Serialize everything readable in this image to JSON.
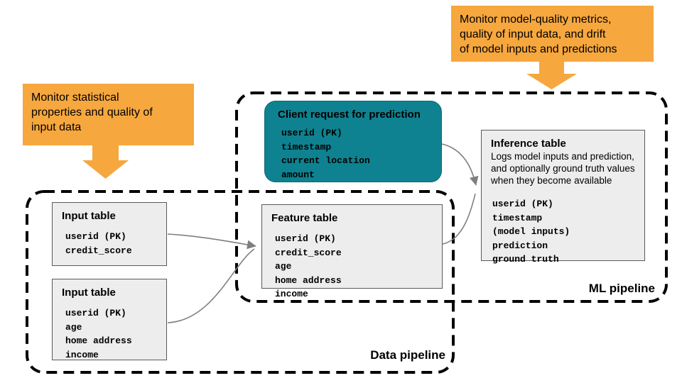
{
  "colors": {
    "accent_orange": "#F6A73E",
    "accent_teal": "#0E8290",
    "table_fill": "#EDEDED",
    "table_border": "#595959",
    "connector": "#7F7F7F",
    "line_color": "#000000",
    "text_color": "#000000"
  },
  "callouts": {
    "left": {
      "lines": [
        "Monitor statistical",
        "properties and quality of",
        "input data"
      ]
    },
    "top_right": {
      "lines": [
        "Monitor model-quality metrics,",
        "quality of input data, and drift",
        "of model inputs and predictions"
      ]
    }
  },
  "pipelines": {
    "data_label": "Data pipeline",
    "ml_label": "ML pipeline"
  },
  "tables": {
    "client_request": {
      "title": "Client request for prediction",
      "fields": [
        "userid (PK)",
        "timestamp",
        "current location",
        "amount"
      ]
    },
    "input_table_1": {
      "title": "Input table",
      "fields": [
        "userid (PK)",
        "credit_score"
      ]
    },
    "input_table_2": {
      "title": "Input table",
      "fields": [
        "userid (PK)",
        "age",
        "home address",
        "income"
      ]
    },
    "feature_table": {
      "title": "Feature table",
      "fields": [
        "userid (PK)",
        "credit_score",
        "age",
        "home address",
        "income"
      ]
    },
    "inference_table": {
      "title": "Inference table",
      "description_lines": [
        "Logs model inputs and prediction,",
        "and optionally ground truth values",
        "when they become available"
      ],
      "fields": [
        "userid (PK)",
        "timestamp",
        "(model inputs)",
        "prediction",
        "ground truth"
      ]
    }
  }
}
